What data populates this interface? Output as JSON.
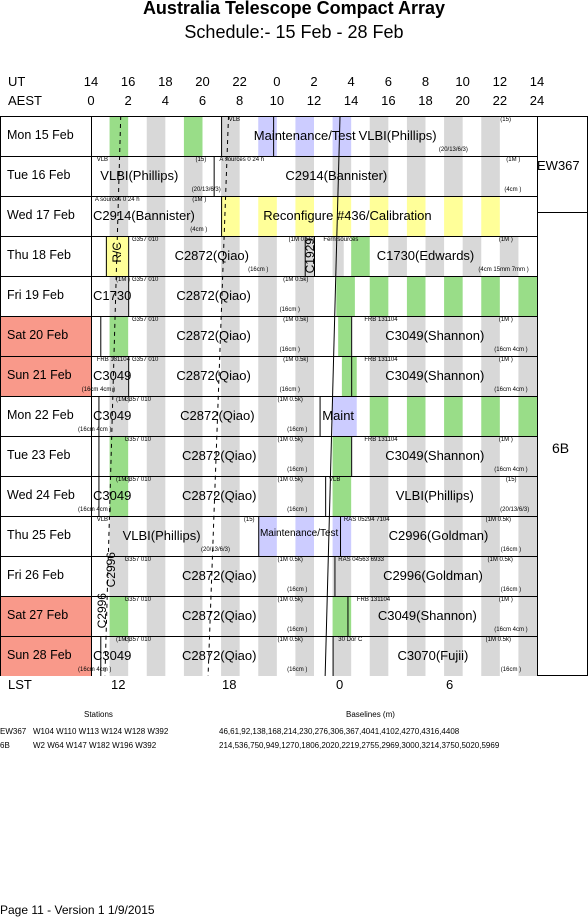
{
  "header": {
    "title": "Australia Telescope Compact Array",
    "subtitle": "Schedule:- 15 Feb - 28 Feb",
    "ut_label": "UT",
    "aest_label": "AEST",
    "ut_ticks": [
      "14",
      "16",
      "18",
      "20",
      "22",
      "0",
      "2",
      "4",
      "6",
      "8",
      "10",
      "12",
      "14"
    ],
    "aest_ticks": [
      "0",
      "2",
      "4",
      "6",
      "8",
      "10",
      "12",
      "14",
      "16",
      "18",
      "20",
      "22",
      "24"
    ]
  },
  "colors": {
    "weekend": "#f9998a",
    "green": "#99dd88",
    "lavender": "#ccccff",
    "yellow": "#ffff99",
    "gray": "#d8d8d8"
  },
  "days": [
    {
      "label": "Mon  15 Feb",
      "weekend": false
    },
    {
      "label": "Tue  16 Feb",
      "weekend": false
    },
    {
      "label": "Wed  17 Feb",
      "weekend": false
    },
    {
      "label": "Thu  18 Feb",
      "weekend": false
    },
    {
      "label": "Fri   19 Feb",
      "weekend": false
    },
    {
      "label": "Sat   20 Feb",
      "weekend": true
    },
    {
      "label": "Sun  21 Feb",
      "weekend": true
    },
    {
      "label": "Mon  22 Feb",
      "weekend": false
    },
    {
      "label": "Tue  23 Feb",
      "weekend": false
    },
    {
      "label": "Wed  24 Feb",
      "weekend": false
    },
    {
      "label": "Thu  25 Feb",
      "weekend": false
    },
    {
      "label": "Fri   26 Feb",
      "weekend": false
    },
    {
      "label": "Sat   27 Feb",
      "weekend": true
    },
    {
      "label": "Sun  28 Feb",
      "weekend": true
    }
  ],
  "configs": [
    {
      "name": "EW367"
    },
    {
      "name": "6B"
    }
  ],
  "blocks": [
    {
      "row": 0,
      "main": "Maintenance/Test",
      "tl": "",
      "tr": "",
      "br": ""
    },
    {
      "row": 0,
      "main": "VLBI(Phillips)",
      "tl": "VLB",
      "tr": "(15)",
      "br": "(20/13/6/3)"
    },
    {
      "row": 1,
      "main": "VLBI(Phillips)",
      "tl": "VLB",
      "tr": "(15)",
      "br": "(20/13/6/3)"
    },
    {
      "row": 1,
      "main": "C2914(Bannister)",
      "tl": "A  sources 0 24 h",
      "tr": "(1M )",
      "br": "(4cm )"
    },
    {
      "row": 2,
      "main": "C2914(Bannister)",
      "tl": "A  sources 0 24 h",
      "tr": "(1M )",
      "br": "(4cm )"
    },
    {
      "row": 2,
      "main": "Reconfigure #436/Calibration",
      "tl": "",
      "tr": "",
      "br": ""
    },
    {
      "row": 3,
      "main": "R/C",
      "tl": "",
      "tr": "",
      "br": ""
    },
    {
      "row": 3,
      "main": "C2872(Qiao)",
      "tl": "G357 010",
      "tr": "(1M 0.5k)",
      "br": "(16cm )"
    },
    {
      "row": 3,
      "main": "C1929",
      "tl": "",
      "tr": "",
      "br": ""
    },
    {
      "row": 3,
      "main": "C1730(Edwards)",
      "tl": "Fern sources",
      "tr": "(1M )",
      "br": "(4cm 15mm 7mm )"
    },
    {
      "row": 4,
      "main": "C1730",
      "tl": "",
      "tr": "(1M )",
      "br": ""
    },
    {
      "row": 4,
      "main": "C2872(Qiao)",
      "tl": "G357 010",
      "tr": "(1M 0.5k)",
      "br": "(16cm )"
    },
    {
      "row": 5,
      "main": "C2872(Qiao)",
      "tl": "G357 010",
      "tr": "(1M 0.5k)",
      "br": "(16cm )"
    },
    {
      "row": 5,
      "main": "C3049(Shannon)",
      "tl": "FRB 131104",
      "tr": "(1M )",
      "br": "(16cm 4cm )"
    },
    {
      "row": 6,
      "main": "C3049",
      "tl": "FRB 131104",
      "tr": "",
      "br": "(16cm 4cm )"
    },
    {
      "row": 6,
      "main": "C2872(Qiao)",
      "tl": "G357 010",
      "tr": "(1M 0.5k)",
      "br": "(16cm )"
    },
    {
      "row": 6,
      "main": "C3049(Shannon)",
      "tl": "FRB 131104",
      "tr": "(1M )",
      "br": "(16cm 4cm )"
    },
    {
      "row": 7,
      "main": "C3049",
      "tl": "",
      "tr": "(1M )",
      "br": "(16cm 4cm )"
    },
    {
      "row": 7,
      "main": "C2872(Qiao)",
      "tl": "G357 010",
      "tr": "(1M 0.5k)",
      "br": "(16cm )"
    },
    {
      "row": 7,
      "main": "Maint",
      "tl": "",
      "tr": "",
      "br": ""
    },
    {
      "row": 8,
      "main": "C2872(Qiao)",
      "tl": "G357 010",
      "tr": "(1M 0.5k)",
      "br": "(16cm )"
    },
    {
      "row": 8,
      "main": "C3049(Shannon)",
      "tl": "FRB 131104",
      "tr": "(1M )",
      "br": "(16cm 4cm )"
    },
    {
      "row": 9,
      "main": "C3049",
      "tl": "",
      "tr": "(1M )",
      "br": "(16cm 4cm )"
    },
    {
      "row": 9,
      "main": "C2872(Qiao)",
      "tl": "G357 010",
      "tr": "(1M 0.5k)",
      "br": "(16cm )"
    },
    {
      "row": 9,
      "main": "VLBI(Phillips)",
      "tl": "VLB",
      "tr": "(15)",
      "br": "(20/13/6/3)"
    },
    {
      "row": 10,
      "main": "VLBI(Phillips)",
      "tl": "VLB",
      "tr": "(15)",
      "br": "(20/13/6/3)"
    },
    {
      "row": 10,
      "main": "Maintenance/Test",
      "tl": "",
      "tr": "",
      "br": ""
    },
    {
      "row": 10,
      "main": "C2996(Goldman)",
      "tl": "RAS 05294 7104",
      "tr": "(1M 0.5k)",
      "br": "(16cm )"
    },
    {
      "row": 11,
      "main": "C2872(Qiao)",
      "tl": "G357 010",
      "tr": "(1M 0.5k)",
      "br": "(16cm )"
    },
    {
      "row": 11,
      "main": "C2996(Goldman)",
      "tl": "RAS 04563 6933",
      "tr": "(1M 0.5k)",
      "br": "(16cm )"
    },
    {
      "row": 12,
      "main": "C2872(Qiao)",
      "tl": "G357 010",
      "tr": "(1M 0.5k)",
      "br": "(16cm )"
    },
    {
      "row": 12,
      "main": "C3049(Shannon)",
      "tl": "FRB 131104",
      "tr": "(1M )",
      "br": "(16cm 4cm )"
    },
    {
      "row": 13,
      "main": "C3049",
      "tl": "",
      "tr": "(1M )",
      "br": "(16cm 4cm )"
    },
    {
      "row": 13,
      "main": "C2872(Qiao)",
      "tl": "G357 010",
      "tr": "(1M 0.5k)",
      "br": "(16cm )"
    },
    {
      "row": 13,
      "main": "C3070(Fujii)",
      "tl": "30 Dor C",
      "tr": "(1M 0.5k)",
      "br": "(16cm )"
    }
  ],
  "vertical_labels": [
    "C2996",
    "C2996"
  ],
  "lst": {
    "label": "LST",
    "ticks": [
      "12",
      "18",
      "0",
      "6"
    ]
  },
  "stations": {
    "stations_header": "Stations",
    "baselines_header": "Baselines (m)",
    "rows": [
      {
        "config": "EW367",
        "stations": "W104 W110 W113 W124 W128 W392",
        "baselines": "46,61,92,138,168,214,230,276,306,367,4041,4102,4270,4316,4408"
      },
      {
        "config": "6B",
        "stations": "W2 W64 W147 W182 W196 W392",
        "baselines": "214,536,750,949,1270,1806,2020,2219,2755,2969,3000,3214,3750,5020,5969"
      }
    ]
  },
  "footer": "Page 11 - Version 1  1/9/2015"
}
